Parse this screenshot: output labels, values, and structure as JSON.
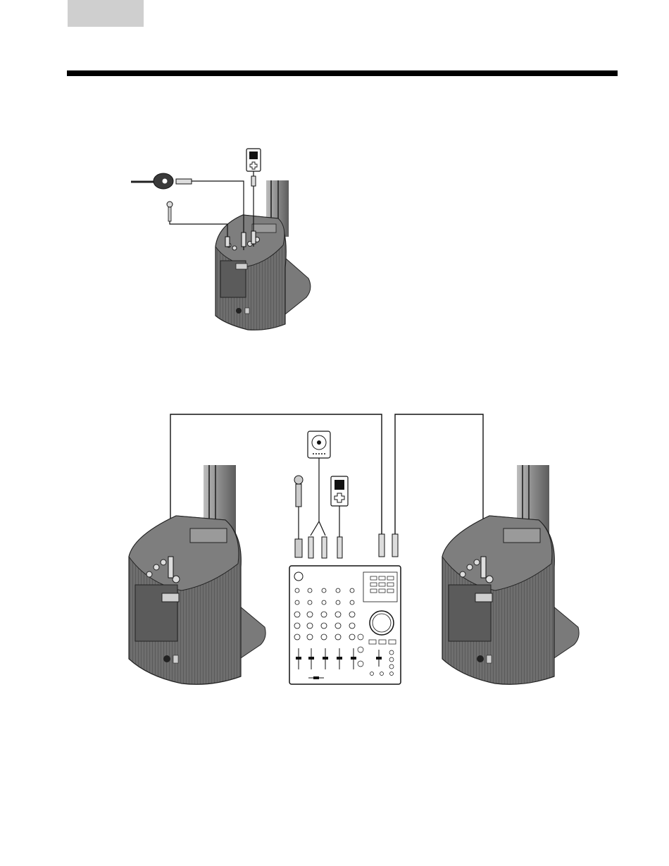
{
  "page": {
    "header_tab": "",
    "colors": {
      "tab": "#cfcfcf",
      "rule": "#000000",
      "speaker": "#6b6b6b",
      "line": "#111111"
    }
  },
  "figure_1": {
    "devices": [
      "guitar-icon",
      "microphone-icon",
      "music-player-icon",
      "speaker-system"
    ]
  },
  "figure_2": {
    "devices": [
      "cd-player-icon",
      "microphone-icon",
      "music-player-icon",
      "mixer",
      "speaker-system-left",
      "speaker-system-right"
    ]
  }
}
